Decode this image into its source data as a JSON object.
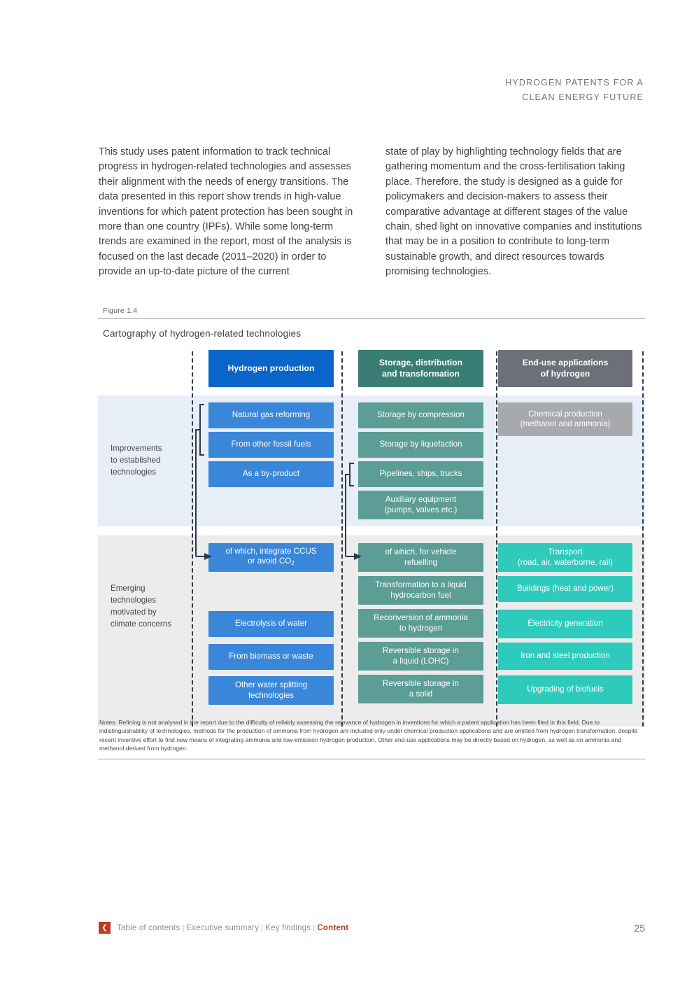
{
  "running_header": {
    "line1": "HYDROGEN PATENTS FOR A",
    "line2": "CLEAN ENERGY FUTURE"
  },
  "body": {
    "left_column": "This study uses patent information to track technical progress in hydrogen-related technologies and assesses their alignment with the needs of energy transitions. The data presented in this report show trends in high-value inventions for which patent protection has been sought in more than one country (IPFs). While some long-term trends are examined in the report, most of the analysis is focused on the last decade (2011–2020) in order to provide an up-to-date picture of the current",
    "right_column": "state of play by highlighting technology fields that are gathering momentum and the cross-fertilisation taking place. Therefore, the study is designed as a guide for policymakers and decision-makers to assess their comparative advantage at different stages of the value chain, shed light on innovative companies and institutions that may be in a position to contribute to long-term sustainable growth, and direct resources towards promising technologies."
  },
  "figure": {
    "number": "Figure 1.4",
    "title": "Cartography of hydrogen-related technologies",
    "columns": [
      {
        "id": "production",
        "header": "Hydrogen production",
        "color": "#0a65c8"
      },
      {
        "id": "storage",
        "header_line1": "Storage, distribution",
        "header_line2": "and transformation",
        "color": "#3a7d74"
      },
      {
        "id": "enduse",
        "header_line1": "End-use applications",
        "header_line2": "of hydrogen",
        "color": "#6d7076"
      }
    ],
    "rows": [
      {
        "id": "improvements",
        "label": "Improvements to established technologies",
        "background": "#e8eef7"
      },
      {
        "id": "emerging",
        "label": "Emerging technologies motivated by climate concerns",
        "background": "#ececec"
      }
    ],
    "boxes": {
      "improvements": {
        "production": [
          "Natural gas reforming",
          "From other fossil fuels",
          "As a by-product"
        ],
        "storage": [
          "Storage by compression",
          "Storage by liquefaction",
          "Pipelines, ships, trucks",
          "Auxiliary equipment (pumps, valves etc.)"
        ],
        "enduse": [
          "Chemical production (methanol and ammonia)"
        ]
      },
      "emerging": {
        "production": [
          "of which, integrate CCUS or avoid CO2",
          "Electrolysis of water",
          "From biomass or waste",
          "Other water splitting technologies"
        ],
        "storage": [
          "of which, for vehicle refuelling",
          "Transformation to a liquid hydrocarbon fuel",
          "Reconversion of ammonia to hydrogen",
          "Reversible storage in a liquid (LOHC)",
          "Reversible storage in a solid"
        ],
        "enduse": [
          "Transport (road, air, waterborne, rail)",
          "Buildings (heat and power)",
          "Electricity generation",
          "Iron and steel production",
          "Upgrading of biofuels"
        ]
      }
    },
    "box_text": {
      "prod_r1_b1": "Natural gas reforming",
      "prod_r1_b2": "From other fossil fuels",
      "prod_r1_b3": "As a by-product",
      "sto_r1_b1": "Storage by compression",
      "sto_r1_b2": "Storage by liquefaction",
      "sto_r1_b3": "Pipelines, ships, trucks",
      "sto_r1_b4_l1": "Auxiliary equipment",
      "sto_r1_b4_l2": "(pumps, valves etc.)",
      "end_r1_b1_l1": "Chemical production",
      "end_r1_b1_l2": "(methanol and ammonia)",
      "prod_r2_b1_l1": "of which, integrate CCUS",
      "prod_r2_b1_l2a": "or avoid CO",
      "prod_r2_b1_l2b": "2",
      "prod_r2_b2": "Electrolysis of water",
      "prod_r2_b3": "From biomass or waste",
      "prod_r2_b4_l1": "Other water splitting",
      "prod_r2_b4_l2": "technologies",
      "sto_r2_b1_l1": "of which, for vehicle",
      "sto_r2_b1_l2": "refuelling",
      "sto_r2_b2_l1": "Transformation to a liquid",
      "sto_r2_b2_l2": "hydrocarbon fuel",
      "sto_r2_b3_l1": "Reconversion of ammonia",
      "sto_r2_b3_l2": "to hydrogen",
      "sto_r2_b4_l1": "Reversible storage in",
      "sto_r2_b4_l2": "a liquid (LOHC)",
      "sto_r2_b5_l1": "Reversible storage in",
      "sto_r2_b5_l2": "a solid",
      "end_r2_b1_l1": "Transport",
      "end_r2_b1_l2": "(road, air, waterborne, rail)",
      "end_r2_b2": "Buildings (heat and power)",
      "end_r2_b3": "Electricity generation",
      "end_r2_b4": "Iron and steel production",
      "end_r2_b5": "Upgrading of biofuels"
    },
    "row_labels": {
      "r1_l1": "Improvements",
      "r1_l2": "to established",
      "r1_l3": "technologies",
      "r2_l1": "Emerging",
      "r2_l2": "technologies",
      "r2_l3": "motivated by",
      "r2_l4": "climate concerns"
    },
    "notes": "Notes: Refining is not analysed in the report due to the difficulty of reliably assessing the relevance of hydrogen in inventions for which a patent application has been filed in this field. Due to indistinguishability of technologies, methods for the production of ammonia from hydrogen are included only under chemical production applications and are omitted from hydrogen transformation, despite recent inventive effort to find new means of integrating ammonia and low-emission hydrogen production. Other end-use applications may be directly based on hydrogen, as well as on ammonia and methanol derived from hydrogen."
  },
  "footer": {
    "back_icon": "chevron-left-icon",
    "items": [
      {
        "label": "Table of contents",
        "current": false
      },
      {
        "label": "Executive summary",
        "current": false
      },
      {
        "label": "Key findings",
        "current": false
      },
      {
        "label": "Content",
        "current": true
      }
    ],
    "separator": "|",
    "page_number": "25",
    "accent_color": "#c0392b"
  }
}
